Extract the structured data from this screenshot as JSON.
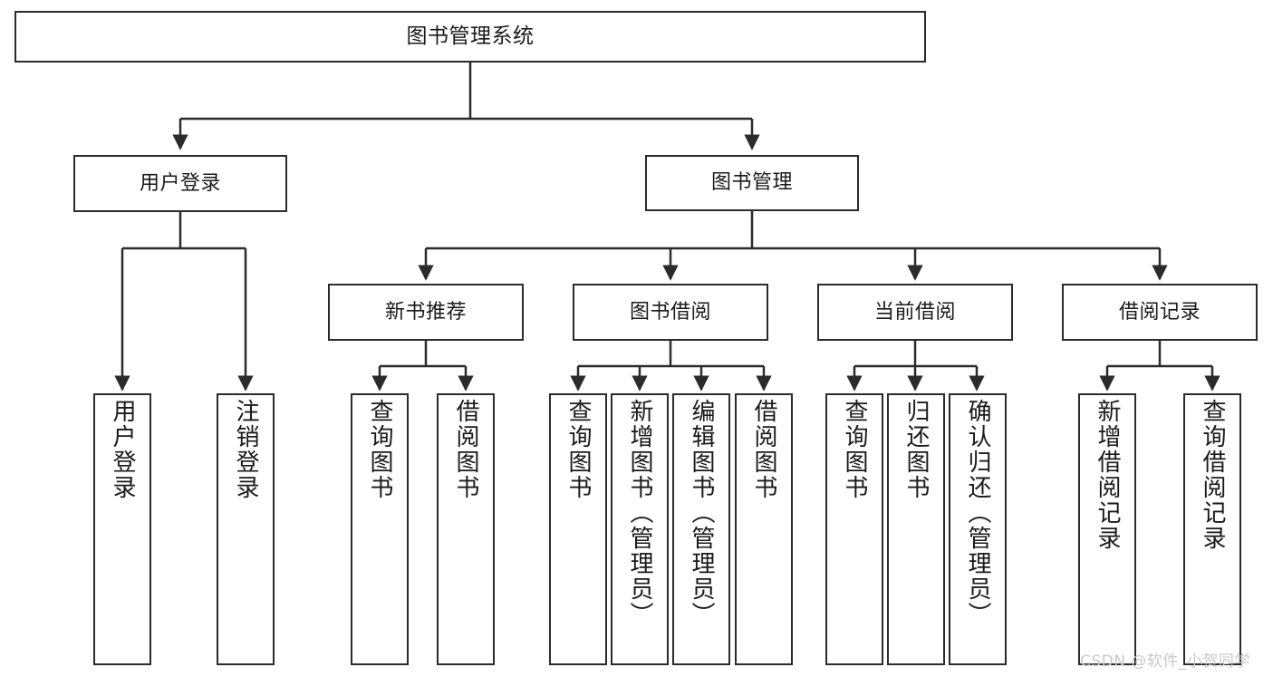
{
  "diagram": {
    "title": "图书管理系统",
    "type": "功能结构图",
    "stroke_color": "#2b2b2b",
    "fill_color": "#ffffff",
    "text_color": "#1a1a1a"
  },
  "root": {
    "label": "图书管理系统"
  },
  "level2": [
    {
      "label": "用户登录"
    },
    {
      "label": "图书管理"
    }
  ],
  "level3": [
    {
      "label": "新书推荐"
    },
    {
      "label": "图书借阅"
    },
    {
      "label": "当前借阅"
    },
    {
      "label": "借阅记录"
    }
  ],
  "leaves": {
    "user_login": [
      {
        "label": "用户登录"
      },
      {
        "label": "注销登录"
      }
    ],
    "new_book_recommend": [
      {
        "label": "查询图书"
      },
      {
        "label": "借阅图书"
      }
    ],
    "book_borrow": [
      {
        "label": "查询图书"
      },
      {
        "label": "新增图书（管理员）"
      },
      {
        "label": "编辑图书（管理员）"
      },
      {
        "label": "借阅图书"
      }
    ],
    "current_borrow": [
      {
        "label": "查询图书"
      },
      {
        "label": "归还图书"
      },
      {
        "label": "确认归还（管理员）"
      }
    ],
    "borrow_record": [
      {
        "label": "新增借阅记录"
      },
      {
        "label": "查询借阅记录"
      }
    ]
  },
  "watermark": {
    "text": "CSDN @软件_小贺同学"
  }
}
